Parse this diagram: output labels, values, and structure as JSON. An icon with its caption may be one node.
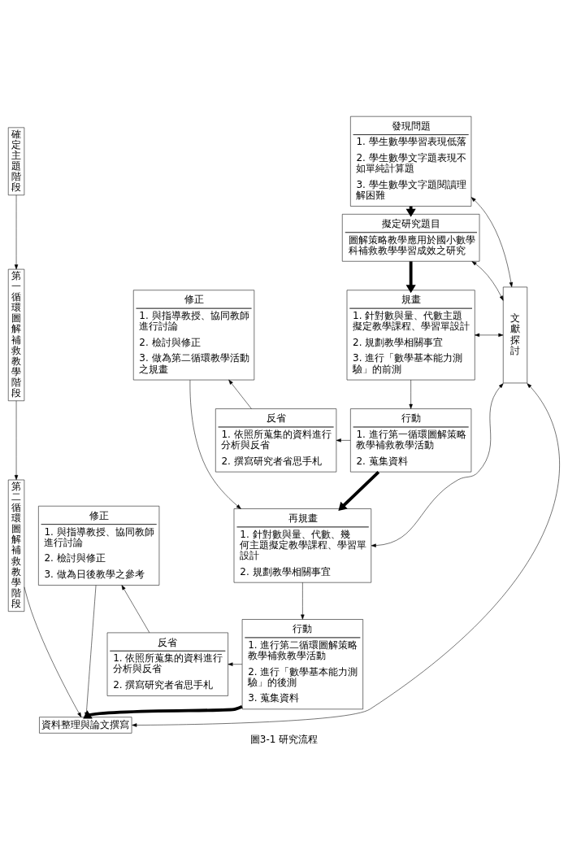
{
  "diagram": {
    "caption": "圖3-1 研究流程",
    "nodes": [
      {
        "text": [
          "確定主題階段"
        ]
      },
      {
        "text": [
          "第一循環圖解補救教學階段"
        ]
      },
      {
        "text": [
          "第二循環圖解補救教學階段"
        ]
      },
      {
        "text": [
          "發現問題",
          "1. 學生數學學習表現低落",
          "2. 學生數學文字題表現不如單純計算題",
          "3. 學生數學文字題閱讀理解困難"
        ]
      },
      {
        "text": [
          "擬定研究題目",
          "圖解策略教學應用於國小數學科補救教學學習成效之研究"
        ]
      },
      {
        "text": [
          "修正",
          "1. 與指導教授、協同教師進行討論",
          "2. 檢討與修正",
          "3. 做為第二循環教學活動之規畫"
        ]
      },
      {
        "text": [
          "規畫",
          "1. 針對數與量、代數主題擬定教學課程、學習單設計",
          "2. 規劃教學相關事宜",
          "3. 進行「數學基本能力測驗」的前測"
        ]
      },
      {
        "text": [
          "反省",
          "1. 依照所蒐集的資料進行分析與反省",
          "2. 撰寫研究者省思手札"
        ]
      },
      {
        "text": [
          "行動",
          "1. 進行第一循環圖解策略教學補救教學活動",
          "2. 蒐集資料"
        ]
      },
      {
        "text": [
          "修正",
          "1. 與指導教授、協同教師進行討論",
          "2. 檢討與修正",
          "3. 做為日後教學之參考"
        ]
      },
      {
        "text": [
          "再規畫",
          "1. 針對數與量、代數、幾何主題擬定教學課程、學習單設計",
          "2. 規劃教學相關事宜"
        ]
      },
      {
        "text": [
          "反省",
          "1. 依照所蒐集的資料進行分析與反省",
          "2. 撰寫研究者省思手札"
        ]
      },
      {
        "text": [
          "行動",
          "1. 進行第二循環圖解策略教學補救教學活動",
          "2. 進行「數學基本能力測驗」的後測",
          "3. 蒐集資料"
        ]
      },
      {
        "text": [
          "資料整理與論文撰寫"
        ]
      },
      {
        "text": [
          "文獻探討"
        ]
      }
    ],
    "edges": [
      {
        "from": 0,
        "to": 1,
        "arrow": "to"
      },
      {
        "from": 1,
        "to": 2,
        "arrow": "to"
      },
      {
        "from": 2,
        "to": 13,
        "arrow": "to"
      },
      {
        "from": 3,
        "to": 4,
        "arrow": "to",
        "style": "thick"
      },
      {
        "from": 4,
        "to": 6,
        "arrow": "to",
        "style": "thick"
      },
      {
        "from": 6,
        "to": 8,
        "arrow": "to"
      },
      {
        "from": 8,
        "to": 7,
        "arrow": "to"
      },
      {
        "from": 7,
        "to": 5,
        "arrow": "to"
      },
      {
        "from": 5,
        "to": 10,
        "arrow": "to"
      },
      {
        "from": 8,
        "to": 10,
        "arrow": "to",
        "style": "thick"
      },
      {
        "from": 10,
        "to": 12,
        "arrow": "to"
      },
      {
        "from": 12,
        "to": 11,
        "arrow": "to"
      },
      {
        "from": 11,
        "to": 9,
        "arrow": "to"
      },
      {
        "from": 9,
        "to": 13,
        "arrow": "to"
      },
      {
        "from": 12,
        "to": 13,
        "arrow": "to",
        "style": "thick"
      },
      {
        "from": 3,
        "to": 14,
        "arrow": "both"
      },
      {
        "from": 4,
        "to": 14,
        "arrow": "both"
      },
      {
        "from": 6,
        "to": 14,
        "arrow": "both"
      },
      {
        "from": 10,
        "to": 14,
        "arrow": "both"
      },
      {
        "from": 13,
        "to": 14,
        "arrow": "both"
      }
    ]
  }
}
